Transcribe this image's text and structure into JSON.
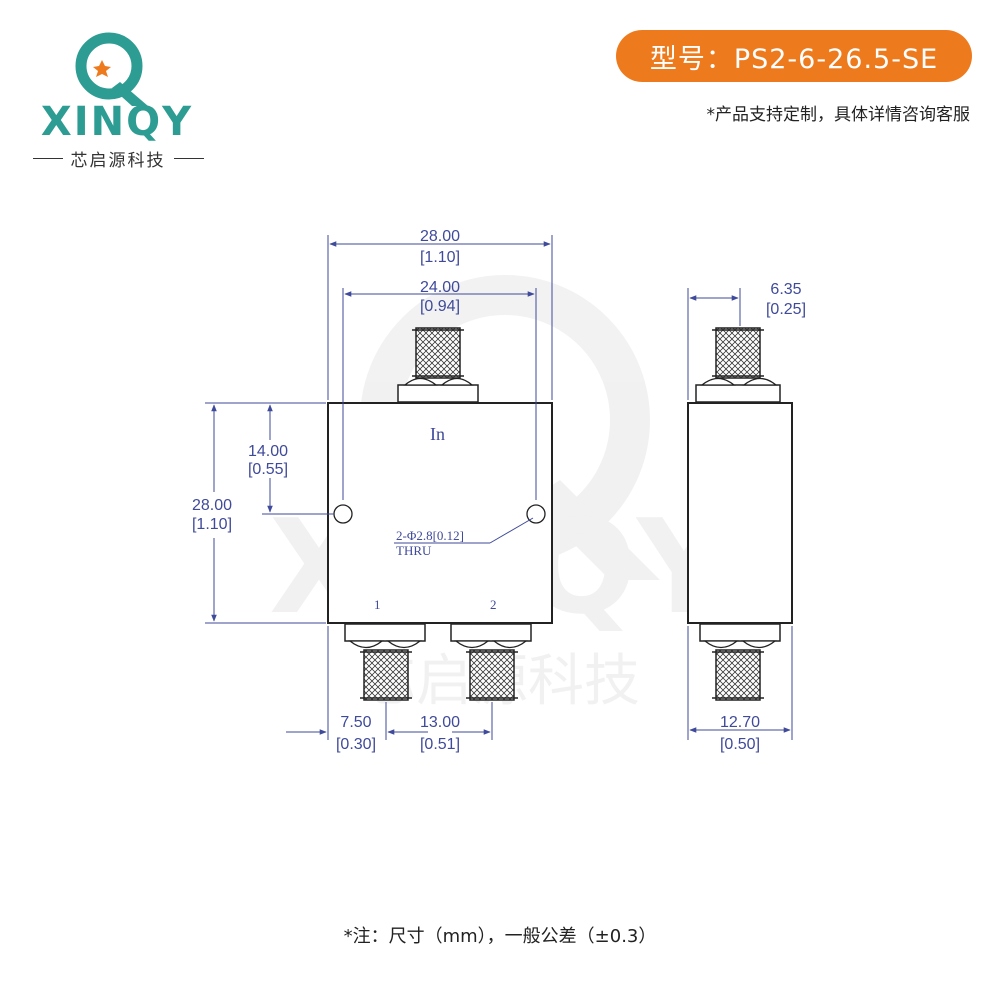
{
  "brand": {
    "name": "XINQY",
    "subtitle": "芯启源科技",
    "accent_color": "#2d9d93",
    "star_color": "#ee7a1e"
  },
  "header": {
    "model_badge": "型号：PS2-6-26.5-SE",
    "badge_color": "#ee7a1e",
    "custom_note": "*产品支持定制，具体详情咨询客服"
  },
  "watermark": {
    "name": "XINQY",
    "subtitle": "芯启源科技"
  },
  "front_view": {
    "dims": {
      "overall_width_mm": "28.00",
      "overall_width_in": "[1.10]",
      "hole_spacing_mm": "24.00",
      "hole_spacing_in": "[0.94]",
      "center_height_mm": "14.00",
      "center_height_in": "[0.55]",
      "overall_height_mm": "28.00",
      "overall_height_in": "[1.10]",
      "port1_offset_mm": "7.50",
      "port1_offset_in": "[0.30]",
      "port_spacing_mm": "13.00",
      "port_spacing_in": "[0.51]"
    },
    "labels": {
      "input": "In",
      "port1": "1",
      "port2": "2",
      "hole_note": "2-Φ2.8[0.12]",
      "hole_note2": "THRU"
    }
  },
  "side_view": {
    "dims": {
      "connector_width_mm": "6.35",
      "connector_width_in": "[0.25]",
      "body_thickness_mm": "12.70",
      "body_thickness_in": "[0.50]"
    }
  },
  "footer": {
    "note": "*注：尺寸（mm），一般公差（±0.3）"
  },
  "colors": {
    "line": "#3f4a9a",
    "body_outline": "#222222"
  }
}
